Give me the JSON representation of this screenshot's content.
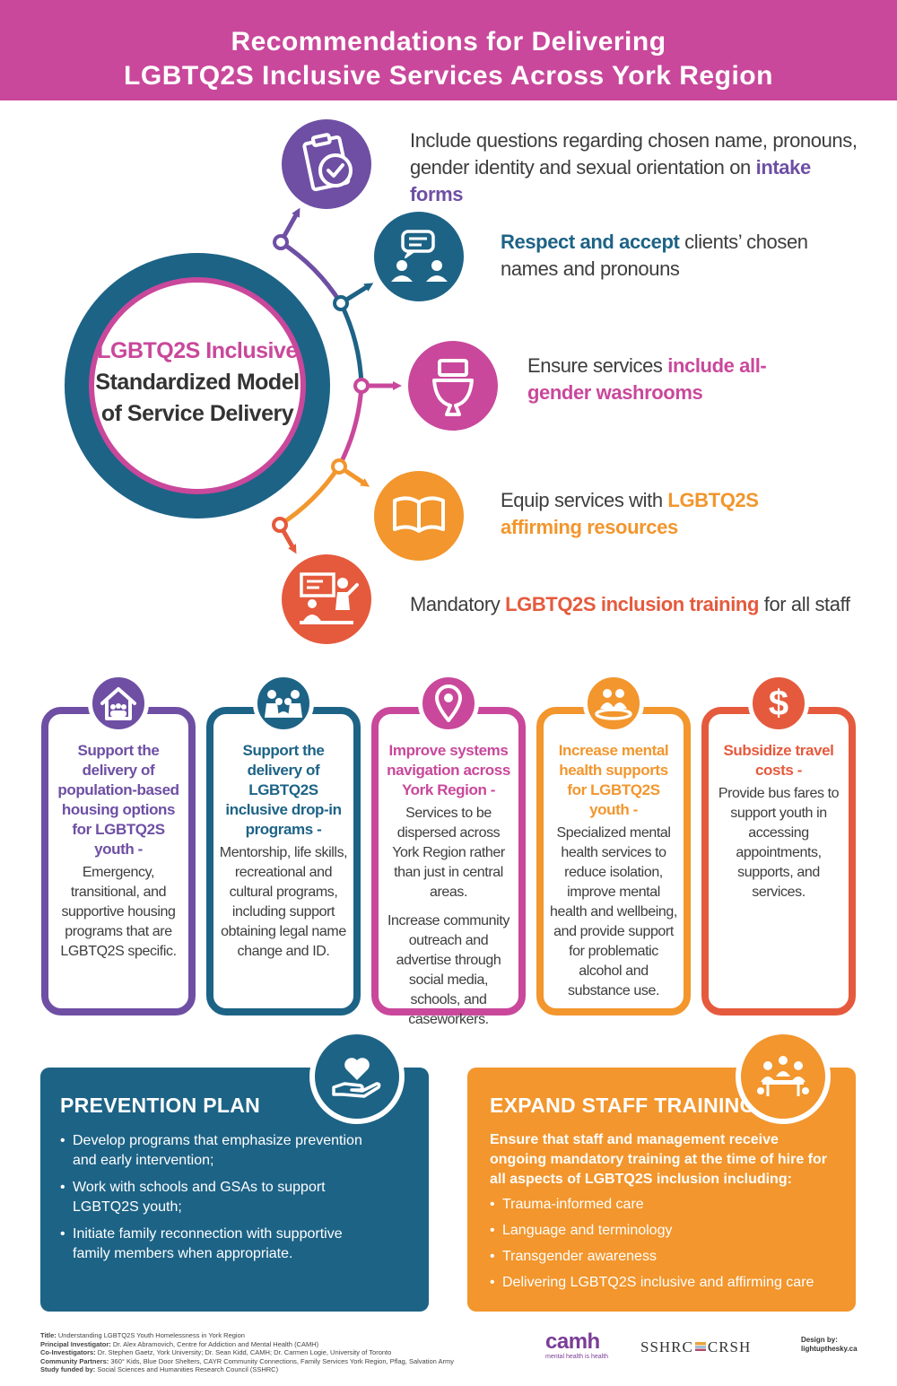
{
  "header": {
    "title_line1": "Recommendations for Delivering",
    "title_line2": "LGBTQ2S Inclusive Services Across York Region"
  },
  "hub": {
    "line1": "LGBTQ2S Inclusive",
    "line2": "Standardized Model",
    "line3": "of Service Delivery"
  },
  "recommendations": [
    {
      "icon": "clipboard-check-icon",
      "color": "#6e4fa4",
      "pre": "Include questions regarding chosen name, pronouns, gender identity and sexual orientation on",
      "highlight": "intake forms",
      "post": ""
    },
    {
      "icon": "conversation-icon",
      "color": "#1d6386",
      "pre": "",
      "highlight": "Respect and accept",
      "post": "clients’ chosen names and pronouns"
    },
    {
      "icon": "toilet-icon",
      "color": "#c9489b",
      "pre": "Ensure services",
      "highlight": "include all-gender washrooms",
      "post": ""
    },
    {
      "icon": "open-book-icon",
      "color": "#f2962d",
      "pre": "Equip services with",
      "highlight": "LGBTQ2S affirming resources",
      "post": ""
    },
    {
      "icon": "presentation-icon",
      "color": "#e55a3d",
      "pre": "Mandatory",
      "highlight": "LGBTQ2S inclusion training",
      "post": "for all staff"
    }
  ],
  "cards": [
    {
      "icon": "house-family-icon",
      "color": "#6e4fa4",
      "title": "Support the delivery of population-based housing options for LGBTQ2S youth -",
      "body": [
        "Emergency, transitional, and supportive housing programs that are LGBTQ2S specific."
      ]
    },
    {
      "icon": "group-support-icon",
      "color": "#1d6386",
      "title": "Support the delivery of LGBTQ2S inclusive drop-in programs -",
      "body": [
        "Mentorship, life skills, recreational and cultural programs, including support obtaining legal name change and ID."
      ]
    },
    {
      "icon": "map-pin-icon",
      "color": "#c9489b",
      "title": "Improve systems navigation across York Region -",
      "body": [
        "Services to be dispersed across York Region rather than just in central areas.",
        "Increase community outreach and advertise through social media, schools, and caseworkers."
      ]
    },
    {
      "icon": "support-group-icon",
      "color": "#f2962d",
      "title": "Increase mental health supports for LGBTQ2S youth -",
      "body": [
        "Specialized mental health services to reduce isolation, improve mental health and wellbeing, and provide support for problematic alcohol and substance use."
      ]
    },
    {
      "icon": "dollar-icon",
      "color": "#e55a3d",
      "title": "Subsidize travel costs -",
      "body": [
        "Provide bus fares to support youth in accessing appointments, supports, and services."
      ]
    }
  ],
  "prevention": {
    "title": "PREVENTION PLAN",
    "color": "#1d6386",
    "items": [
      "Develop programs that emphasize prevention and early intervention;",
      "Work with schools and GSAs to support LGBTQ2S youth;",
      "Initiate family reconnection with supportive family members when appropriate."
    ]
  },
  "training": {
    "title": "EXPAND STAFF TRAINING",
    "color": "#f2962d",
    "intro": "Ensure that staff and management receive ongoing mandatory training at the time of hire for all aspects of LGBTQ2S inclusion including:",
    "items": [
      "Trauma-informed care",
      "Language and terminology",
      "Transgender awareness",
      "Delivering LGBTQ2S inclusive and affirming care"
    ]
  },
  "credits": [
    {
      "label": "Title:",
      "text": "Understanding LGBTQ2S Youth Homelessness in York Region"
    },
    {
      "label": "Principal Investigator:",
      "text": "Dr. Alex Abramovich, Centre for Addiction and Mental Health (CAMH)"
    },
    {
      "label": "Co-Investigators:",
      "text": "Dr. Stephen Gaetz, York University; Dr. Sean Kidd, CAMH; Dr. Carmen Logie, University of Toronto"
    },
    {
      "label": "Community Partners:",
      "text": "360° Kids, Blue Door Shelters, CAYR Community Connections, Family Services York Region, Pflag, Salvation Army"
    },
    {
      "label": "Study funded by:",
      "text": "Social Sciences and Humanities Research Council (SSHRC)"
    }
  ],
  "logos": {
    "camh": "camh",
    "camh_tag": "mental health is health",
    "sshrc_left": "SSHRC",
    "sshrc_right": "CRSH",
    "design_label": "Design by:",
    "design_name": "lightupthesky.ca"
  }
}
